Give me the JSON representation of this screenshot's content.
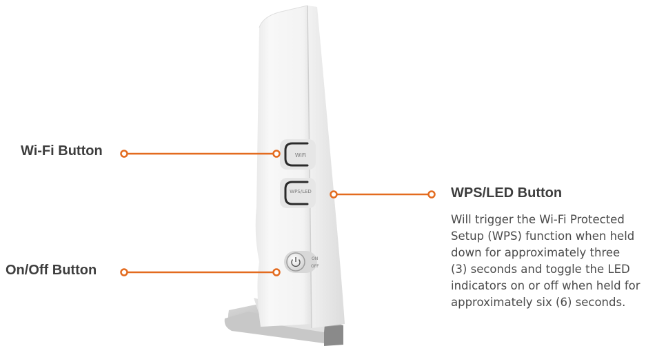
{
  "callouts": {
    "wifi": {
      "title": "Wi-Fi Button"
    },
    "onoff": {
      "title": "On/Off Button"
    },
    "wps": {
      "title": "WPS/LED Button",
      "description_lines": [
        "Will trigger the Wi-Fi Protected",
        "Setup (WPS) function when held",
        "down for approximately three",
        "(3) seconds and toggle the LED",
        "indicators on or off when held for",
        "approximately six (6) seconds."
      ]
    }
  },
  "device": {
    "wifi_button_label": "WiFi",
    "wps_button_label": "WPS/LED",
    "power_switch_on": "ON",
    "power_switch_off": "OFF",
    "power_icon": "power-icon"
  },
  "colors": {
    "accent": "#e36b1f",
    "text": "#3d3d3d",
    "body": "#f4f4f4",
    "base": "#b9b9b9"
  }
}
